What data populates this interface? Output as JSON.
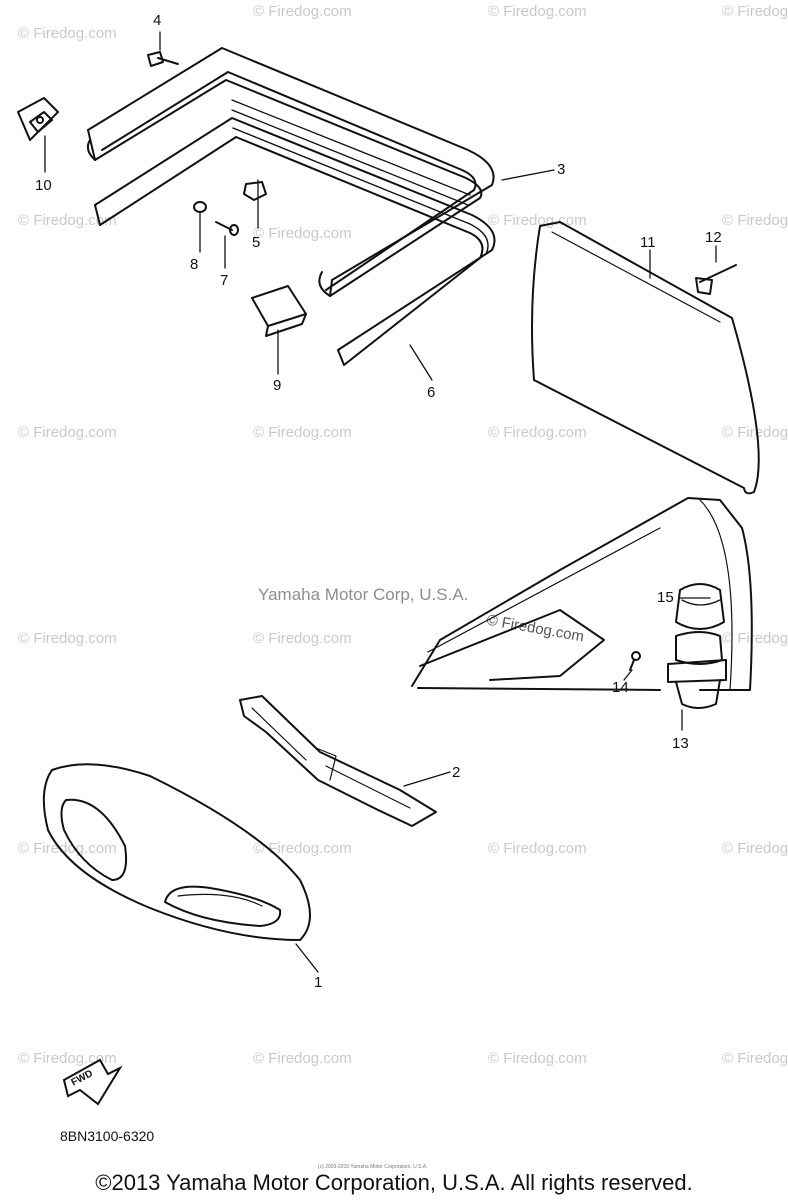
{
  "diagram": {
    "corp_text": "Yamaha Motor Corp, U.S.A.",
    "part_number": "8BN3100-6320",
    "tiny_copyright": "(c) 2003-2015 Yamaha Motor Corporation, U.S.A.",
    "copyright": "©2013 Yamaha Motor Corporation, U.S.A. All rights reserved.",
    "fwd_label": "FWD",
    "watermark_text": "© Firedog.com",
    "callouts": [
      "1",
      "2",
      "3",
      "4",
      "5",
      "6",
      "7",
      "8",
      "9",
      "10",
      "11",
      "12",
      "13",
      "14",
      "15"
    ]
  },
  "colors": {
    "line": "#111111",
    "watermark": "#c9c9c9",
    "corp_text": "#8e8e8e"
  }
}
